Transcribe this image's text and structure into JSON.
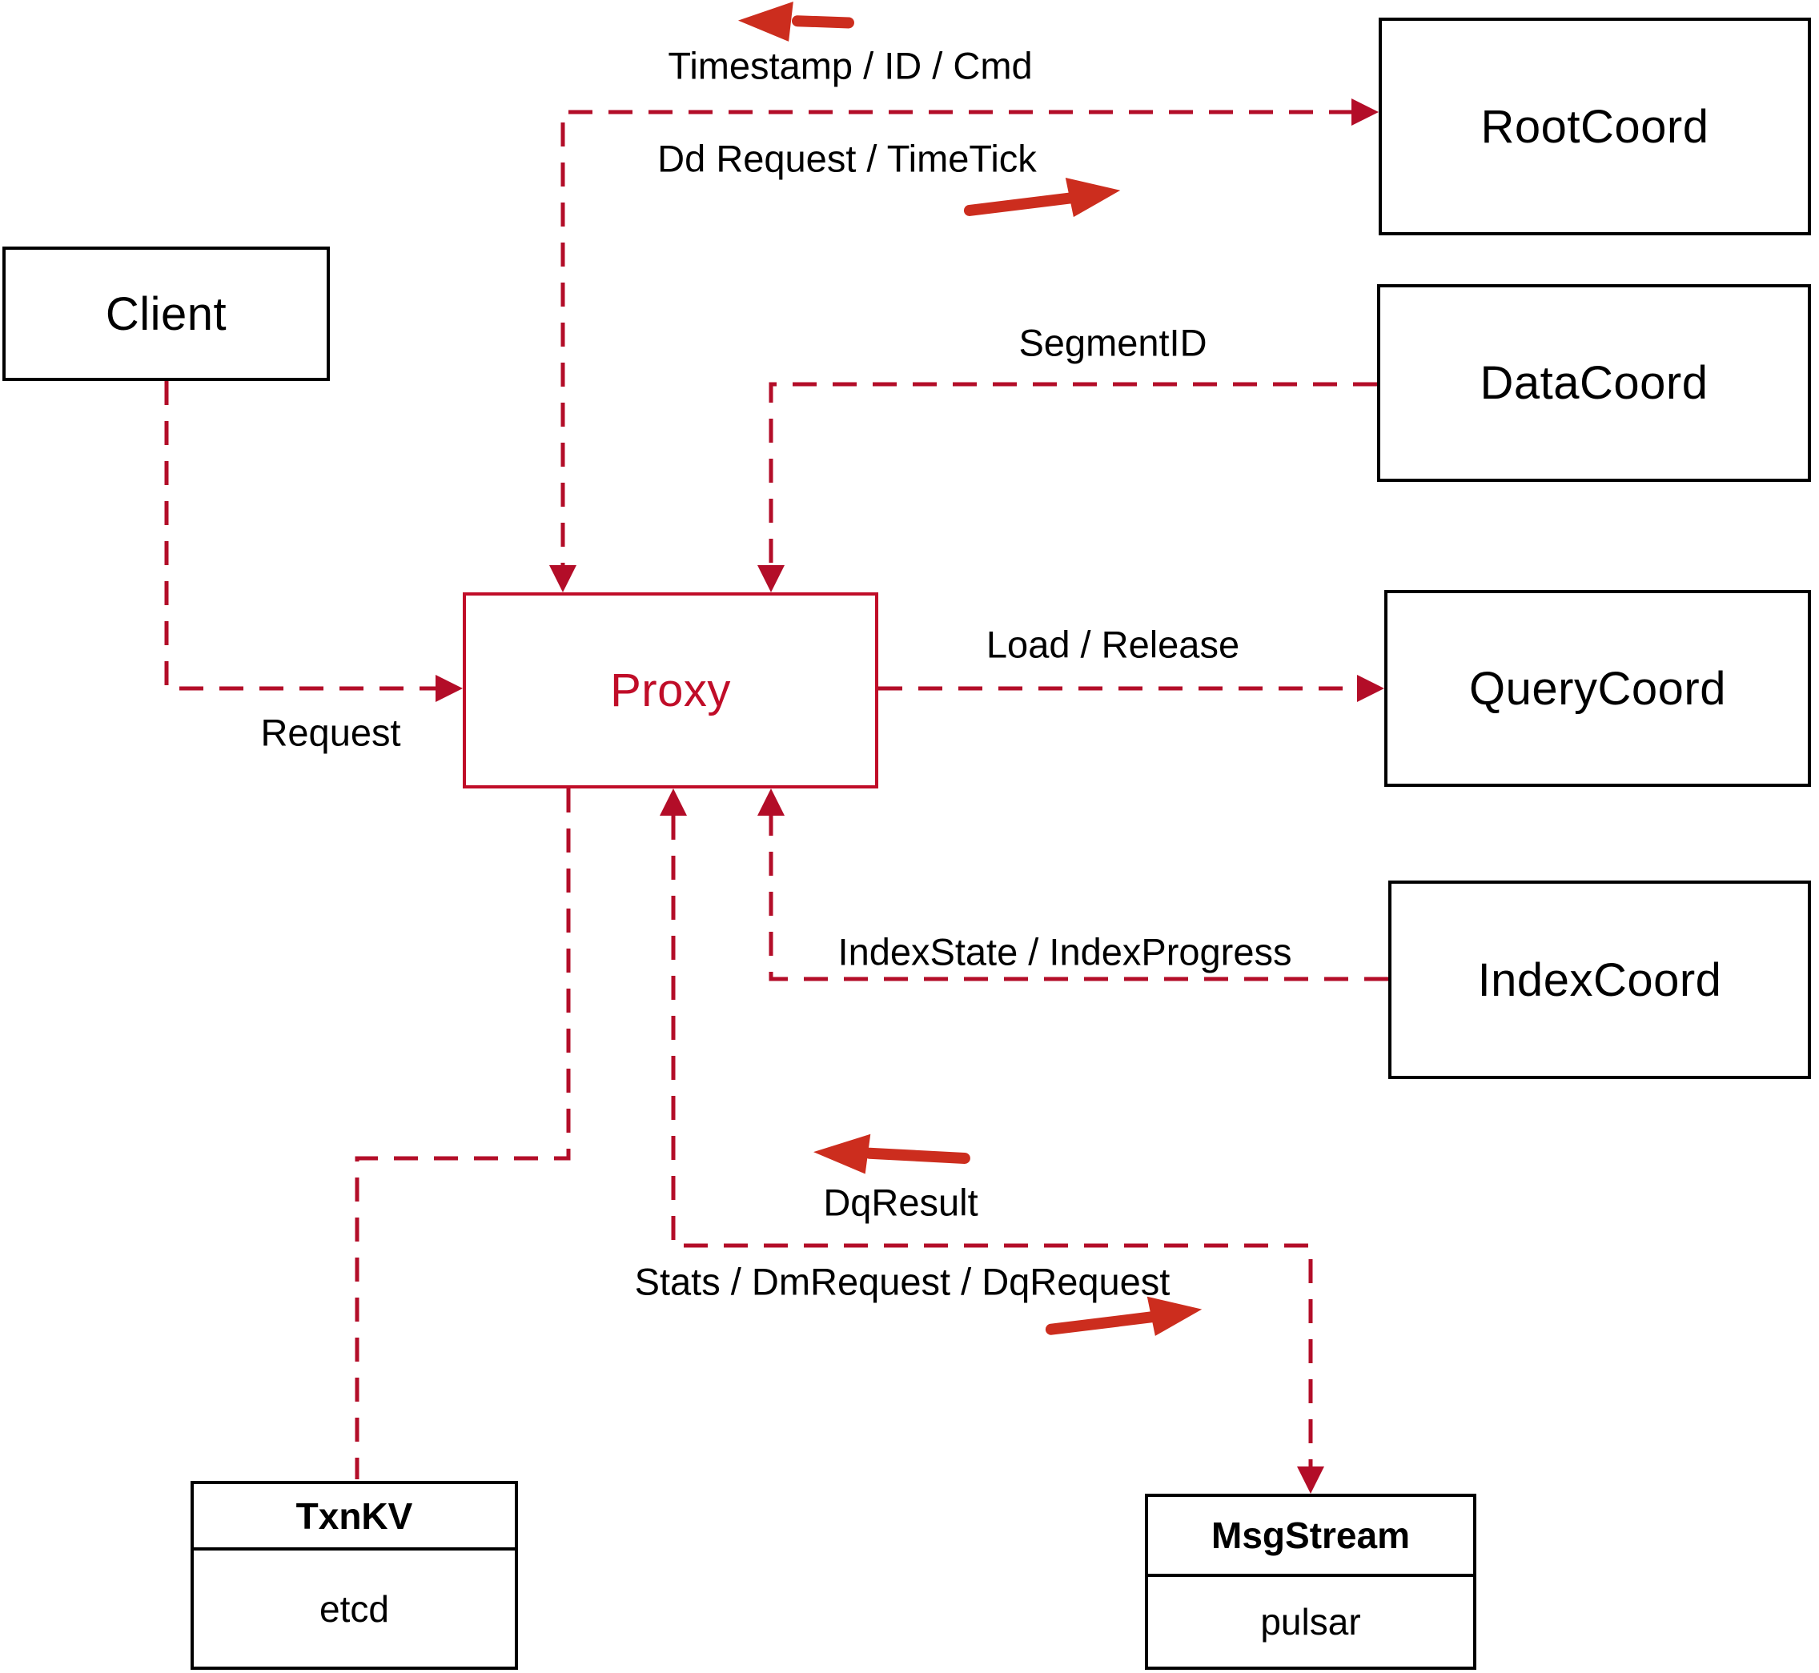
{
  "nodes": {
    "client": {
      "label": "Client"
    },
    "proxy": {
      "label": "Proxy"
    },
    "rootcoord": {
      "label": "RootCoord"
    },
    "datacoord": {
      "label": "DataCoord"
    },
    "querycoord": {
      "label": "QueryCoord"
    },
    "indexcoord": {
      "label": "IndexCoord"
    },
    "txnkv": {
      "title": "TxnKV",
      "subtitle": "etcd"
    },
    "msgstream": {
      "title": "MsgStream",
      "subtitle": "pulsar"
    }
  },
  "labels": {
    "timestamp_id_cmd": "Timestamp / ID / Cmd",
    "dd_request_timetick": "Dd Request / TimeTick",
    "segment_id": "SegmentID",
    "request": "Request",
    "load_release": "Load / Release",
    "index_state_progress": "IndexState / IndexProgress",
    "dq_result": "DqResult",
    "stats_dm_dq": "Stats / DmRequest / DqRequest"
  },
  "colors": {
    "dashed_line": "#b30d28",
    "solid_arrow": "#cc2d1e",
    "proxy_accent": "#c00d28",
    "box_border": "#000000",
    "text": "#000000",
    "background": "#ffffff"
  }
}
